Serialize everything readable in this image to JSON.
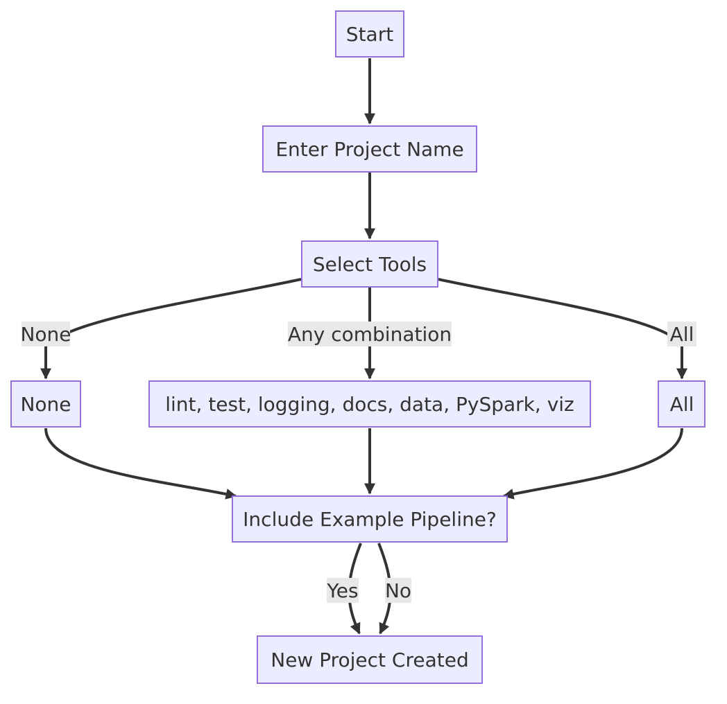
{
  "nodes": {
    "start": "Start",
    "enter_name": "Enter Project Name",
    "select_tools": "Select Tools",
    "none": "None",
    "combo": "lint, test, logging, docs, data, PySpark, viz",
    "all": "All",
    "include_example": "Include Example Pipeline?",
    "created": "New Project Created"
  },
  "edge_labels": {
    "none": "None",
    "any": "Any combination",
    "all": "All",
    "yes": "Yes",
    "no": "No"
  },
  "colors": {
    "node_fill": "#ececff",
    "node_stroke": "#9370db",
    "edge": "#333333",
    "label_bg": "#e8e8e8",
    "text": "#333333"
  }
}
